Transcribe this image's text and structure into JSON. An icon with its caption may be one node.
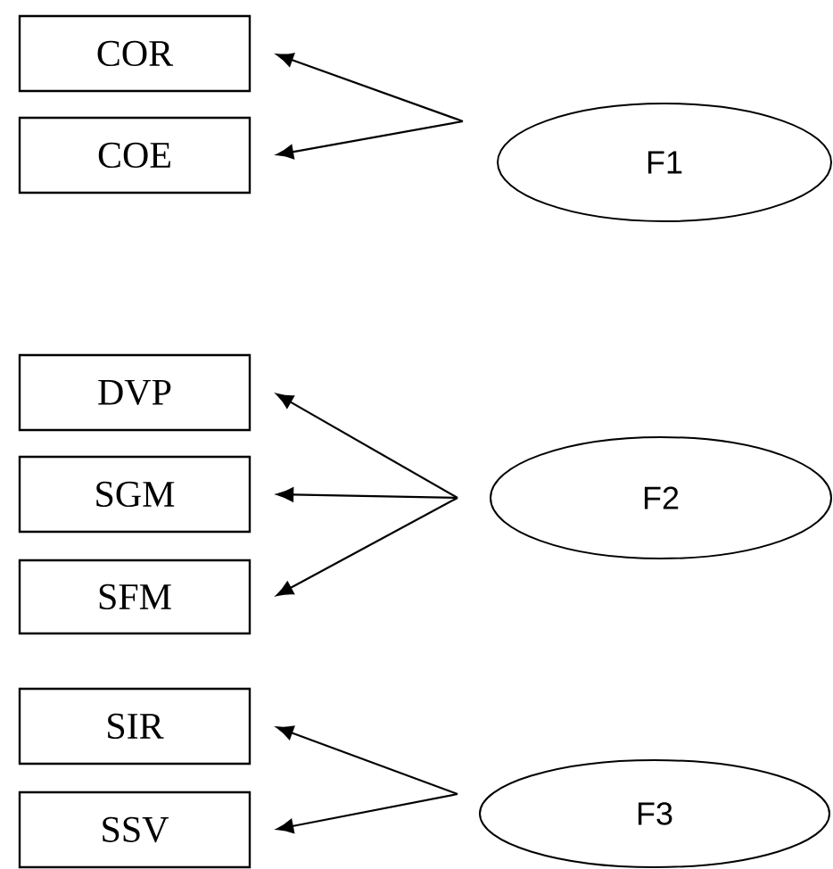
{
  "diagram": {
    "nodes": [
      {
        "text": [
          "COR"
        ]
      },
      {
        "text": [
          "COE"
        ]
      },
      {
        "text": [
          "F1"
        ]
      },
      {
        "text": [
          "DVP"
        ]
      },
      {
        "text": [
          "SGM"
        ]
      },
      {
        "text": [
          "SFM"
        ]
      },
      {
        "text": [
          "F2"
        ]
      },
      {
        "text": [
          "SIR"
        ]
      },
      {
        "text": [
          "SSV"
        ]
      },
      {
        "text": [
          "F3"
        ]
      }
    ],
    "edges": [
      {
        "from": 2,
        "to": 0,
        "arrow": "to"
      },
      {
        "from": 2,
        "to": 1,
        "arrow": "to"
      },
      {
        "from": 6,
        "to": 3,
        "arrow": "to"
      },
      {
        "from": 6,
        "to": 4,
        "arrow": "to"
      },
      {
        "from": 6,
        "to": 5,
        "arrow": "to"
      },
      {
        "from": 9,
        "to": 7,
        "arrow": "to"
      },
      {
        "from": 9,
        "to": 8,
        "arrow": "to"
      }
    ]
  }
}
